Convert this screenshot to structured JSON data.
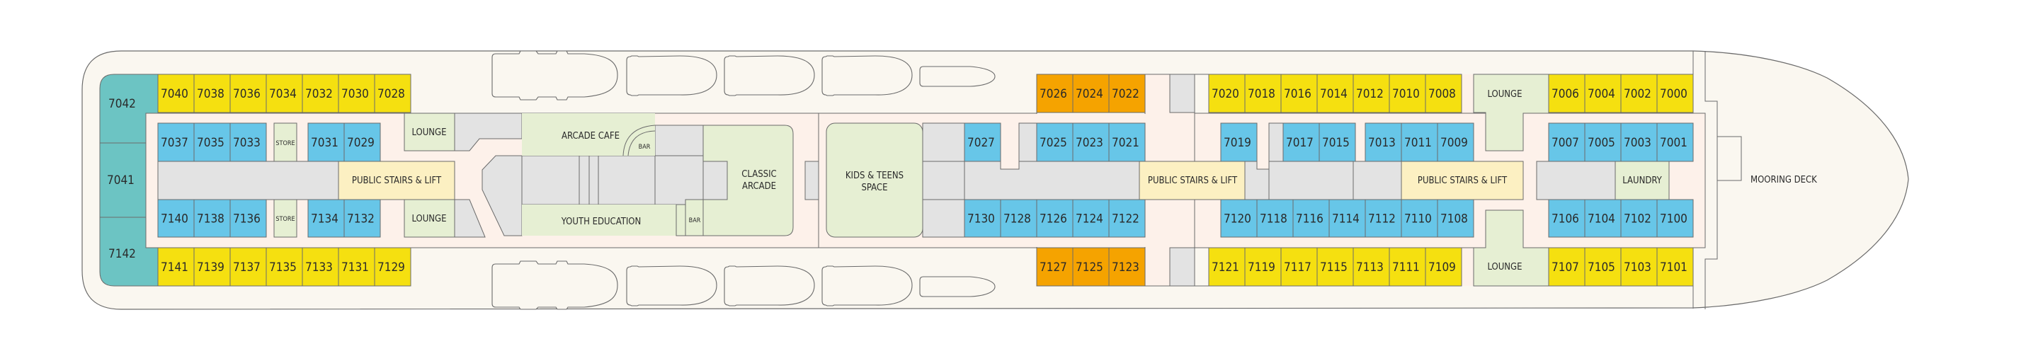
{
  "deck_plan": {
    "colors": {
      "hull": "#FAF7F0",
      "corridor": "#FDF1EA",
      "service": "#E3E3E3",
      "public_space": "#E6EFD3",
      "stairs": "#FCF0C2",
      "cabin_suite": "#6CC4C3",
      "cabin_balcony": "#F5E010",
      "cabin_inside": "#67C6E8",
      "cabin_premium": "#F5A300",
      "outline": "#6B6B6B",
      "text": "#2A2A2A"
    },
    "cabins": {
      "stern_suites": [
        "7042",
        "7041",
        "7142"
      ],
      "top_outer_aft": [
        "7040",
        "7038",
        "7036",
        "7034",
        "7032",
        "7030",
        "7028"
      ],
      "top_inner_aft_a": [
        "7037",
        "7035",
        "7033"
      ],
      "top_inner_aft_b": [
        "7031",
        "7029"
      ],
      "bottom_inner_aft_a": [
        "7140",
        "7138",
        "7136"
      ],
      "bottom_inner_aft_b": [
        "7134",
        "7132"
      ],
      "bottom_outer_aft": [
        "7141",
        "7139",
        "7137",
        "7135",
        "7133",
        "7131",
        "7129"
      ],
      "top_outer_mid_premium": [
        "7026",
        "7024",
        "7022"
      ],
      "top_inner_mid_single": [
        "7027"
      ],
      "top_inner_mid": [
        "7025",
        "7023",
        "7021"
      ],
      "bottom_inner_mid": [
        "7130",
        "7128",
        "7126",
        "7124",
        "7122"
      ],
      "bottom_outer_mid_premium": [
        "7127",
        "7125",
        "7123"
      ],
      "top_outer_fwd": [
        "7020",
        "7018",
        "7016",
        "7014",
        "7012",
        "7010",
        "7008"
      ],
      "top_inner_fwd_a": [
        "7019"
      ],
      "top_inner_fwd_b": [
        "7017",
        "7015"
      ],
      "top_inner_fwd_c": [
        "7013",
        "7011",
        "7009"
      ],
      "bottom_inner_fwd": [
        "7120",
        "7118",
        "7116",
        "7114",
        "7112",
        "7110",
        "7108"
      ],
      "bottom_outer_fwd": [
        "7121",
        "7119",
        "7117",
        "7115",
        "7113",
        "7111",
        "7109"
      ],
      "top_outer_bow": [
        "7006",
        "7004",
        "7002",
        "7000"
      ],
      "top_inner_bow": [
        "7007",
        "7005",
        "7003",
        "7001"
      ],
      "bottom_inner_bow": [
        "7106",
        "7104",
        "7102",
        "7100"
      ],
      "bottom_outer_bow": [
        "7107",
        "7105",
        "7103",
        "7101"
      ]
    },
    "rooms": {
      "store_top": "STORE",
      "store_bottom": "STORE",
      "stairs_aft": "PUBLIC STAIRS & LIFT",
      "lounge_aft_top": "LOUNGE",
      "lounge_aft_bottom": "LOUNGE",
      "arcade_cafe": "ARCADE CAFE",
      "bar_cafe": "BAR",
      "youth_education": "YOUTH EDUCATION",
      "bar_youth": "BAR",
      "classic_arcade_line1": "CLASSIC",
      "classic_arcade_line2": "ARCADE",
      "kids_line1": "KIDS & TEENS",
      "kids_line2": "SPACE",
      "stairs_mid": "PUBLIC STAIRS & LIFT",
      "stairs_fwd": "PUBLIC STAIRS & LIFT",
      "lounge_fwd_top": "LOUNGE",
      "lounge_fwd_bottom": "LOUNGE",
      "laundry": "LAUNDRY",
      "mooring_deck": "MOORING DECK"
    }
  }
}
